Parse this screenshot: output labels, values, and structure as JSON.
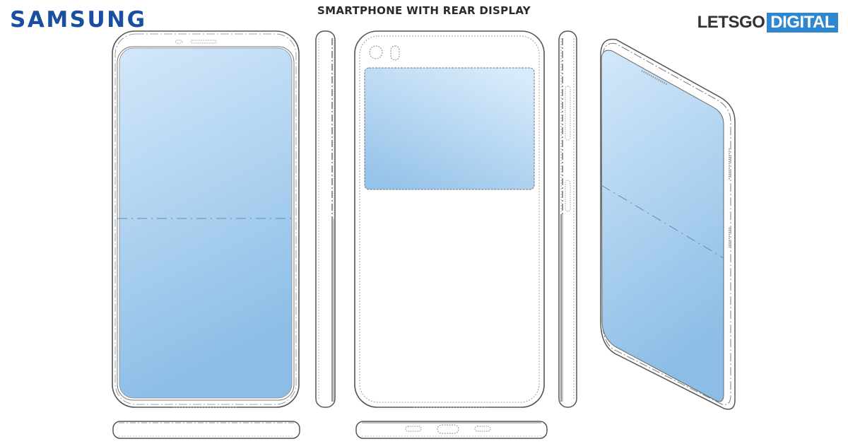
{
  "header": {
    "brand_left": "SAMSUNG",
    "title": "SMARTPHONE WITH REAR DISPLAY",
    "brand_right_part1": "LETSGO",
    "brand_right_part2": "DIGITAL"
  },
  "colors": {
    "samsung_blue": "#1a4ea0",
    "letsgo_dark": "#333333",
    "digital_blue": "#2f86d1",
    "screen_top": "#cfe6f9",
    "screen_bottom": "#8bbde6",
    "line": "#555555",
    "dashed": "#777777"
  },
  "views": [
    {
      "id": "front-view",
      "label": "Front view with full-screen display and fold line"
    },
    {
      "id": "left-side-view",
      "label": "Left side view"
    },
    {
      "id": "rear-view",
      "label": "Rear view with secondary display and dual camera"
    },
    {
      "id": "right-side-view",
      "label": "Right side view with buttons"
    },
    {
      "id": "perspective-view",
      "label": "Perspective view"
    },
    {
      "id": "bottom-view-front",
      "label": "Bottom edge view"
    },
    {
      "id": "bottom-view-rear",
      "label": "Bottom edge view with port and speakers"
    }
  ]
}
